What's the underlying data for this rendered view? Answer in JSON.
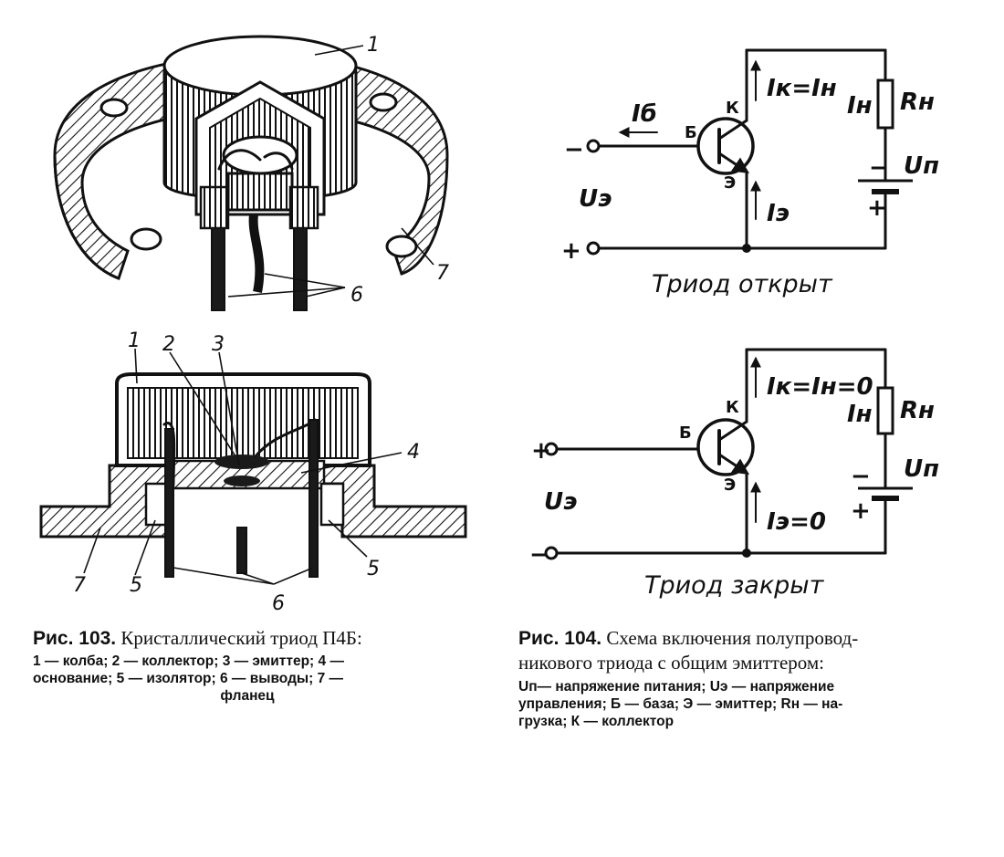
{
  "fig103": {
    "callouts_top": [
      "1",
      "6",
      "7"
    ],
    "callouts_bottom": [
      "1",
      "2",
      "3",
      "4",
      "5",
      "5",
      "6",
      "7"
    ],
    "caption_label": "Рис. 103.",
    "caption_title": "Кристаллический триод П4Б:",
    "legend_line1": "1 — колба;  2 — коллектор;  3 — эмиттер;  4 —",
    "legend_line2": "основание;  5 — изолятор;  6 — выводы;  7 —",
    "legend_line3": "фланец"
  },
  "fig104": {
    "top": {
      "minus": "−",
      "plus": "+",
      "ib": "Iб",
      "base": "Б",
      "collector": "К",
      "emitter": "Э",
      "ik": "Iк=Iн",
      "ie": "Iэ",
      "in": "Iн",
      "rn": "Rн",
      "un": "Uп",
      "ue": "Uэ",
      "bat_minus": "−",
      "bat_plus": "+",
      "title": "Триод открыт"
    },
    "bottom": {
      "plus": "+",
      "minus": "−",
      "base": "Б",
      "collector": "К",
      "emitter": "Э",
      "ik": "Iк=Iн=0",
      "ie": "Iэ=0",
      "in": "Iн",
      "rn": "Rн",
      "un": "Uп",
      "ue": "Uэ",
      "bat_minus": "−",
      "bat_plus": "+",
      "title": "Триод закрыт"
    },
    "caption_label": "Рис. 104.",
    "caption_title_1": "Схема включения полупровод-",
    "caption_title_2": "никового триода с общим эмиттером:",
    "legend_line1": "Uп— напряжение питания;   Uэ — напряжение",
    "legend_line2": "управления; Б — база; Э — эмиттер; Rн — на-",
    "legend_line3": "грузка; К — коллектор"
  }
}
